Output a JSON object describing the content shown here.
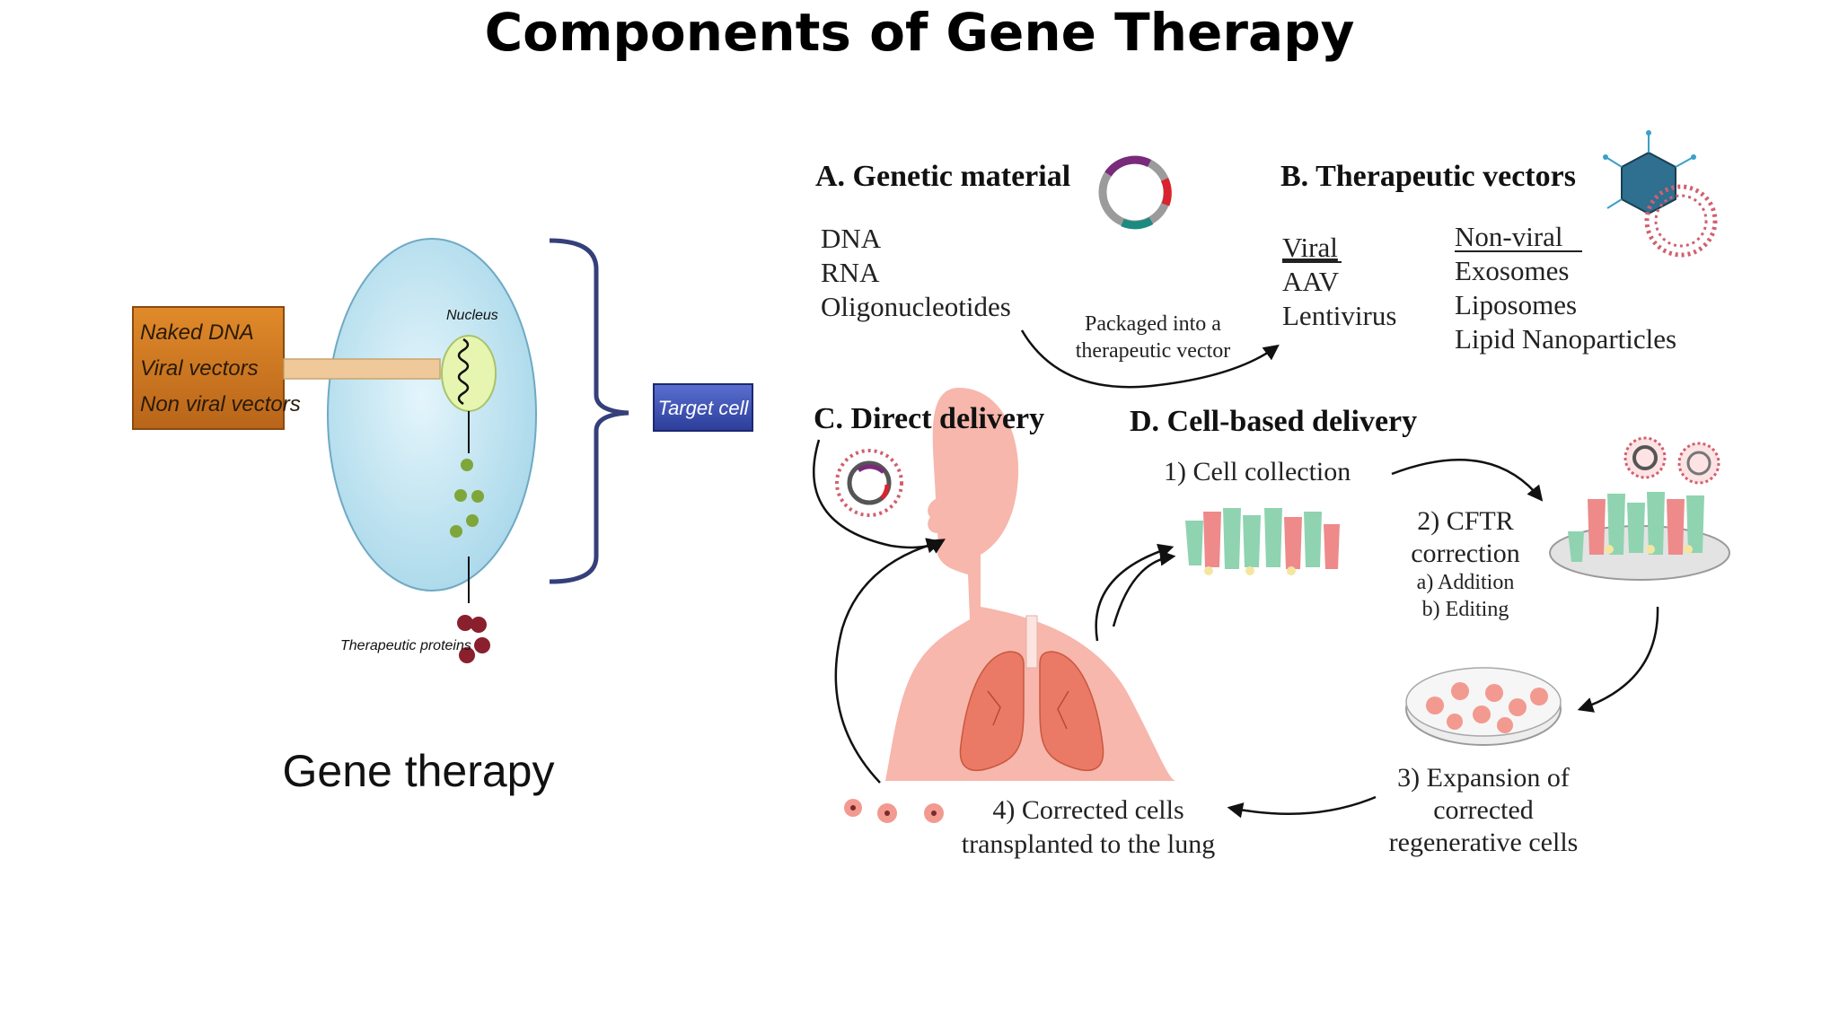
{
  "slide": {
    "title": "Components of Gene Therapy"
  },
  "left_diagram": {
    "inputs": [
      "Naked DNA",
      "Viral vectors",
      "Non viral vectors"
    ],
    "nucleus_label": "Nucleus",
    "proteins_label": "Therapeutic proteins",
    "target_label": "Target cell",
    "caption": "Gene therapy"
  },
  "right_diagram": {
    "genetic_material": {
      "heading": "A. Genetic material",
      "items": [
        "DNA",
        "RNA",
        "Oligonucleotides"
      ]
    },
    "packaging_note": [
      "Packaged into a",
      "therapeutic vector"
    ],
    "vectors": {
      "heading": "B. Therapeutic vectors",
      "viral_heading": "Viral",
      "viral_items": [
        "AAV",
        "Lentivirus"
      ],
      "nonviral_heading": "Non-viral",
      "nonviral_items": [
        "Exosomes",
        "Liposomes",
        "Lipid Nanoparticles"
      ]
    },
    "direct_delivery": {
      "heading": "C. Direct delivery"
    },
    "cell_based": {
      "heading": "D. Cell-based delivery",
      "step1": "1) Cell collection",
      "step2": [
        "2) CFTR",
        "correction"
      ],
      "step2_options": [
        "a) Addition",
        "b) Editing"
      ],
      "step3": [
        "3) Expansion of",
        "corrected",
        "regenerative cells"
      ],
      "step4": [
        "4) Corrected cells",
        "transplanted to the lung"
      ]
    }
  },
  "colors": {
    "input_box": "#c8741c",
    "target_box": "#3a4fb4",
    "cell": "#c9e8f3",
    "nucleus": "#e6f5b0",
    "protein_green": "#7fa63a",
    "protein_red": "#8a1f2e",
    "body_pink": "#f7b7ac",
    "lung": "#ea7a66",
    "cell_green": "#8fd3b0",
    "cell_red": "#ee8a8a"
  }
}
